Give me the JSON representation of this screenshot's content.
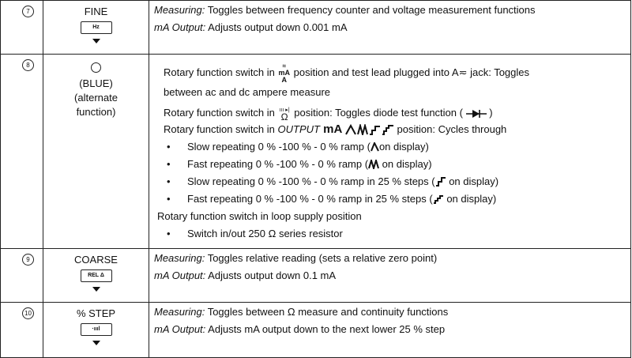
{
  "rows": [
    {
      "number": "7",
      "key_label": "FINE",
      "keycap": "Hz",
      "desc": [
        {
          "label": "Measuring:",
          "text": " Toggles between frequency counter and voltage measurement functions"
        },
        {
          "label": "mA Output:",
          "text": " Adjusts output down 0.001 mA"
        }
      ]
    },
    {
      "number": "8",
      "key_label": "(BLUE)",
      "alt_1": "(alternate",
      "alt_2": "function)",
      "line1_a": "Rotary function switch in",
      "line1_sym_top": "mA",
      "line1_sym_bottom": "A",
      "line1_b": "position and test lead plugged into A",
      "line1_c": " jack: Toggles",
      "line2": "between ac and dc ampere measure",
      "line3_a": "Rotary function switch in",
      "line3_sym": "Ω",
      "line3_b": " position: Toggles diode test function (",
      "line3_c": ")",
      "line4_a": "Rotary function switch in ",
      "line4_output": "OUTPUT",
      "line4_ma": " mA ",
      "line4_b": " position: Cycles through",
      "bullets": [
        {
          "pre": "Slow repeating 0 % -100 % - 0 % ramp (",
          "post": "on display)"
        },
        {
          "pre": "Fast repeating 0 % -100 % - 0 % ramp (",
          "post": " on display)"
        },
        {
          "pre": "Slow repeating 0 % -100 % - 0 % ramp in 25 % steps (",
          "post": " on display)"
        },
        {
          "pre": "Fast repeating 0 % -100 % - 0 % ramp in 25 % steps (",
          "post": "  on display)"
        }
      ],
      "line9": "Rotary function switch in loop supply position",
      "bullet_last": "Switch in/out 250 Ω series resistor",
      "bullet_char": "•"
    },
    {
      "number": "9",
      "key_label": "COARSE",
      "keycap": "REL Δ",
      "desc": [
        {
          "label": "Measuring:",
          "text": " Toggles relative reading (sets a relative zero point)"
        },
        {
          "label": "mA Output:",
          "text": " Adjusts output down 0.1 mA"
        }
      ]
    },
    {
      "number": "10",
      "key_label": "% STEP",
      "keycap": "·ıııl",
      "desc": [
        {
          "label": "Measuring:",
          "text": " Toggles between Ω measure and continuity functions"
        },
        {
          "label": "mA Output:",
          "text": " Adjusts mA output down to the next lower 25 % step"
        }
      ]
    }
  ]
}
